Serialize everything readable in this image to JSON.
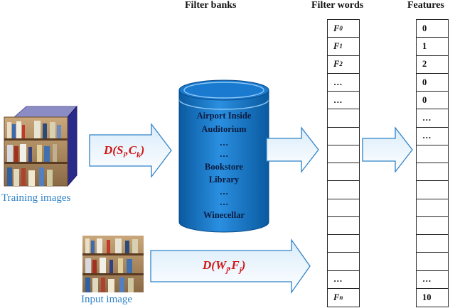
{
  "headers": {
    "filter_banks": "Filter banks",
    "filter_words": "Filter words",
    "features": "Features"
  },
  "captions": {
    "training": "Training images",
    "input": "Input image"
  },
  "arrows": {
    "top": {
      "name": "D",
      "arg1": "S",
      "arg1_sub": "i",
      "arg2": "C",
      "arg2_sub": "k"
    },
    "bottom": {
      "name": "D",
      "arg1": "W",
      "arg1_sub": "j",
      "arg2": "F",
      "arg2_sub": "j"
    }
  },
  "filter_bank_labels": [
    "Airport Inside",
    "Auditorium",
    "…",
    "…",
    "Bookstore",
    "Library",
    "…",
    "…",
    "Winecellar"
  ],
  "filter_words": [
    {
      "base": "F",
      "sub": "0"
    },
    {
      "base": "F",
      "sub": "1"
    },
    {
      "base": "F",
      "sub": "2"
    },
    {
      "base": "…",
      "sub": ""
    },
    {
      "base": "…",
      "sub": ""
    },
    {
      "base": "",
      "sub": ""
    },
    {
      "base": "",
      "sub": ""
    },
    {
      "base": "",
      "sub": ""
    },
    {
      "base": "",
      "sub": ""
    },
    {
      "base": "",
      "sub": ""
    },
    {
      "base": "",
      "sub": ""
    },
    {
      "base": "",
      "sub": ""
    },
    {
      "base": "",
      "sub": ""
    },
    {
      "base": "",
      "sub": ""
    },
    {
      "base": "…",
      "sub": ""
    },
    {
      "base": "F",
      "sub": "n"
    }
  ],
  "features": [
    "0",
    "1",
    "2",
    "0",
    "0",
    "…",
    "…",
    "",
    "",
    "",
    "",
    "",
    "",
    "",
    "…",
    "10"
  ],
  "colors": {
    "arrow_fill_top": "#6fb3e8",
    "arrow_stroke": "#2f82c8",
    "cylinder_dark": "#0d64b0",
    "cylinder_light": "#2a8fe0",
    "label_red": "#d01818",
    "caption_blue": "#2f82c8"
  }
}
